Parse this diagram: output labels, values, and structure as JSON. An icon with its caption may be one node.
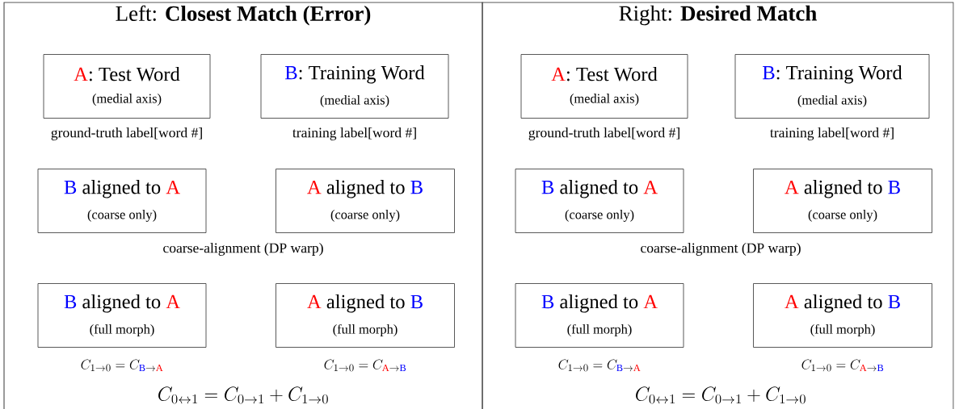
{
  "diagram": {
    "nodes": [
      {
        "text": [
          "Left: **Closest Match (Error)**"
        ]
      },
      {
        "text": [
          "A",
          ": Test Word",
          "(medial axis)"
        ],
        "in": 0,
        "beside": [
          "ground-truth label[word #]"
        ]
      },
      {
        "text": [
          "B",
          ": Training Word",
          "(medial axis)"
        ],
        "in": 0,
        "beside": [
          "training label[word #]"
        ]
      },
      {
        "text": [
          "B",
          "aligned to",
          "A",
          "(coarse only)"
        ],
        "in": 0
      },
      {
        "text": [
          "A",
          "aligned to",
          "B",
          "(coarse only)"
        ],
        "in": 0
      },
      {
        "text": [
          "B",
          "aligned to",
          "A",
          "(full morph)"
        ],
        "in": 0,
        "beside": [
          "C_{1\\to 0} = C_{\\textcolor{blue}{\\mathrm{B}}\\to\\textcolor{red}{\\mathrm{A}}}"
        ]
      },
      {
        "text": [
          "A",
          "aligned to",
          "B",
          "(full morph)"
        ],
        "in": 0,
        "beside": [
          "C_{1\\to 0} = C_{\\textcolor{red}{\\mathrm{A}}\\to\\textcolor{blue}{\\mathrm{B}}}"
        ]
      },
      {
        "text": [
          "Right: **Desired Match**"
        ]
      },
      {
        "text": [
          "A",
          ": Test Word",
          "(medial axis)"
        ],
        "in": 7,
        "beside": [
          "ground-truth label[word #]"
        ]
      },
      {
        "text": [
          "B",
          ": Training Word",
          "(medial axis)"
        ],
        "in": 7,
        "beside": [
          "training label[word #]"
        ]
      },
      {
        "text": [
          "B",
          "aligned to",
          "A",
          "(coarse only)"
        ],
        "in": 7
      },
      {
        "text": [
          "A",
          "aligned to",
          "B",
          "(coarse only)"
        ],
        "in": 7
      },
      {
        "text": [
          "B",
          "aligned to",
          "A",
          "(full morph)"
        ],
        "in": 7,
        "beside": [
          "C_{1\\to 0} = C_{\\textcolor{blue}{\\mathrm{B}}\\to\\textcolor{red}{\\mathrm{A}}}"
        ]
      },
      {
        "text": [
          "A",
          "aligned to",
          "B",
          "(full morph)"
        ],
        "in": 7,
        "beside": [
          "C_{1\\to 0} = C_{\\textcolor{red}{\\mathrm{A}}\\to\\textcolor{blue}{\\mathrm{B}}}"
        ]
      }
    ],
    "labels": [
      "coarse-alignment (DP warp)",
      "C_{0\\leftrightarrow 1} = C_{0\\to 1} + C_{1\\to 0}",
      "coarse-alignment (DP warp)",
      "C_{0\\leftrightarrow 1} = C_{0\\to 1} + C_{1\\to 0}"
    ]
  }
}
